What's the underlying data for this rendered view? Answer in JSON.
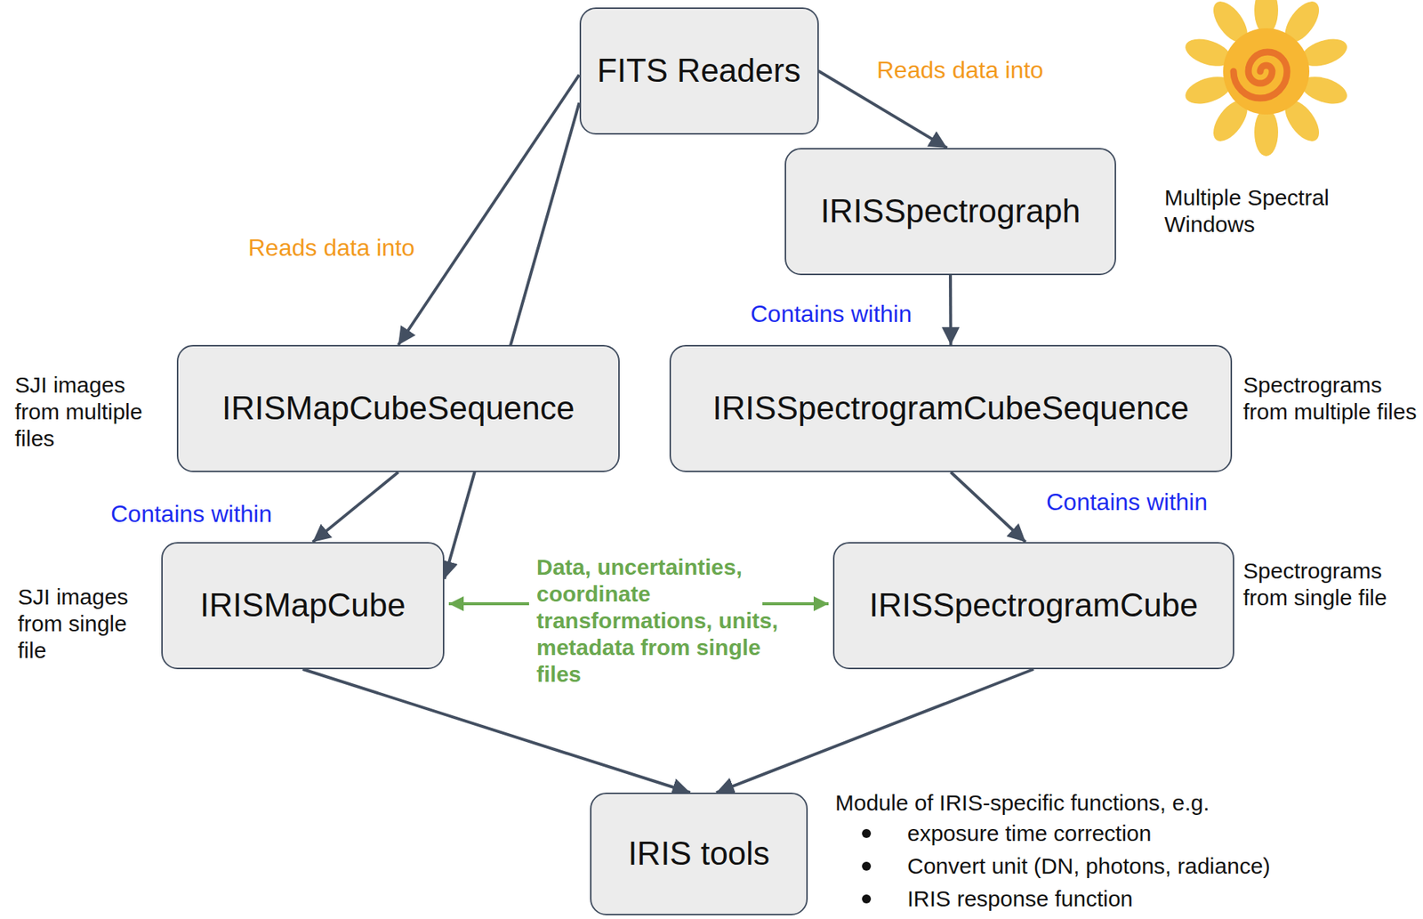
{
  "diagram": {
    "nodes": [
      {
        "text": [
          "FITS Readers"
        ]
      },
      {
        "text": [
          "IRISSpectrograph"
        ]
      },
      {
        "text": [
          "IRISMapCubeSequence"
        ]
      },
      {
        "text": [
          "IRISSpectrogramCubeSequence"
        ]
      },
      {
        "text": [
          "IRISMapCube"
        ]
      },
      {
        "text": [
          "IRISSpectrogramCube"
        ]
      },
      {
        "text": [
          "IRIS tools"
        ]
      }
    ],
    "edges": [
      {
        "from": 0,
        "to": 1,
        "arrow": "to",
        "label": "Reads data into"
      },
      {
        "from": 0,
        "to": 2,
        "arrow": "to",
        "label": "Reads data into"
      },
      {
        "from": 0,
        "to": 4,
        "arrow": "to"
      },
      {
        "from": 1,
        "to": 3,
        "arrow": "to",
        "label": "Contains within"
      },
      {
        "from": 2,
        "to": 4,
        "arrow": "to",
        "label": "Contains within"
      },
      {
        "from": 3,
        "to": 5,
        "arrow": "to",
        "label": "Contains within"
      },
      {
        "from": 4,
        "to": 6,
        "arrow": "to"
      },
      {
        "from": 5,
        "to": 6,
        "arrow": "to"
      }
    ],
    "labels": [
      "SJI images from multiple files",
      "SJI images from single file",
      "Spectrograms from multiple files",
      "Spectrograms from single file",
      "Multiple Spectral Windows",
      "Data, uncertainties, coordinate transformations, units, metadata from single files",
      "Module of IRIS-specific functions, e.g.",
      "exposure time correction",
      "Convert unit (DN, photons, radiance)",
      "IRIS response function"
    ]
  }
}
